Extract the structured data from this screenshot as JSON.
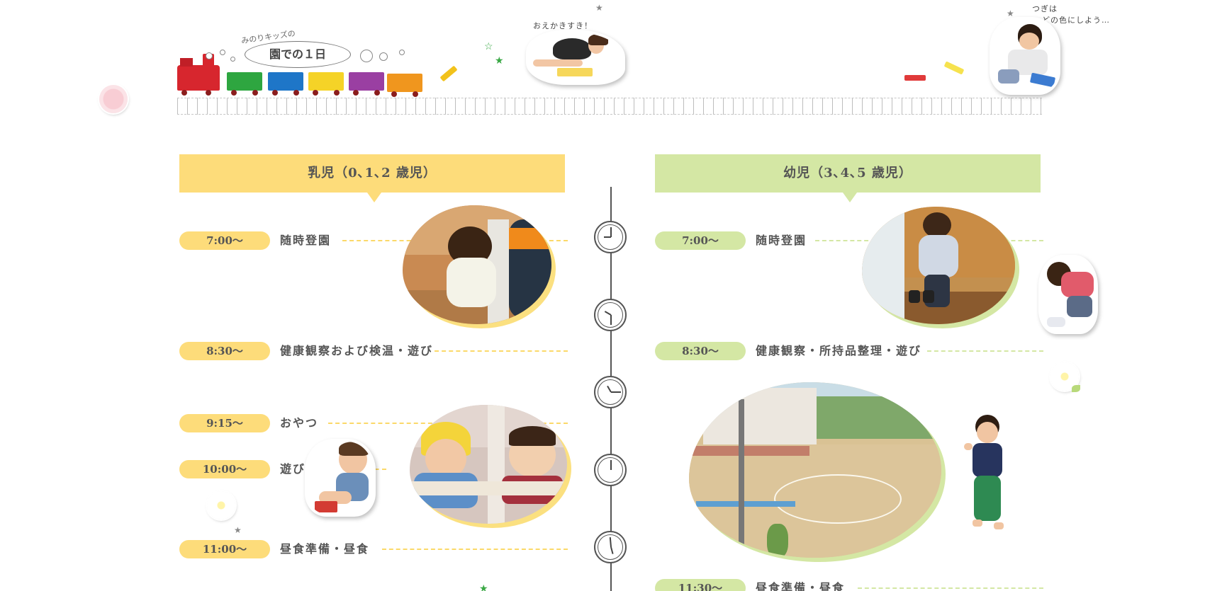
{
  "header": {
    "title_small": "みのりキッズの",
    "title_main": "園での１日",
    "caption_drawing": "おえかきすき！",
    "caption_color_line1": "つぎは",
    "caption_color_line2": "どの色にしよう…"
  },
  "colors": {
    "infant": "#fddc7a",
    "toddler": "#d4e7a4",
    "train": [
      "#d7262e",
      "#2ea640",
      "#1e76c8",
      "#f5d327",
      "#9a3fa2",
      "#f0961e"
    ]
  },
  "infant": {
    "heading": "乳児（0､1､2 歳児）",
    "schedule": [
      {
        "time": "7:00～",
        "activity": "随時登園"
      },
      {
        "time": "8:30～",
        "activity": "健康観察および検温・遊び"
      },
      {
        "time": "9:15～",
        "activity": "おやつ"
      },
      {
        "time": "10:00～",
        "activity": "遊び"
      },
      {
        "time": "11:00～",
        "activity": "昼食準備・昼食"
      }
    ]
  },
  "toddler": {
    "heading": "幼児（3､4､5 歳児）",
    "schedule": [
      {
        "time": "7:00～",
        "activity": "随時登園"
      },
      {
        "time": "8:30～",
        "activity": "健康観察・所持品整理・遊び"
      },
      {
        "time": "11:30～",
        "activity": "昼食準備・昼食"
      }
    ]
  },
  "icons": {
    "clock": "clock-icon",
    "flower": "flower-icon",
    "star": "star-icon",
    "train": "train-illustration",
    "crayon": "crayon-icon"
  }
}
